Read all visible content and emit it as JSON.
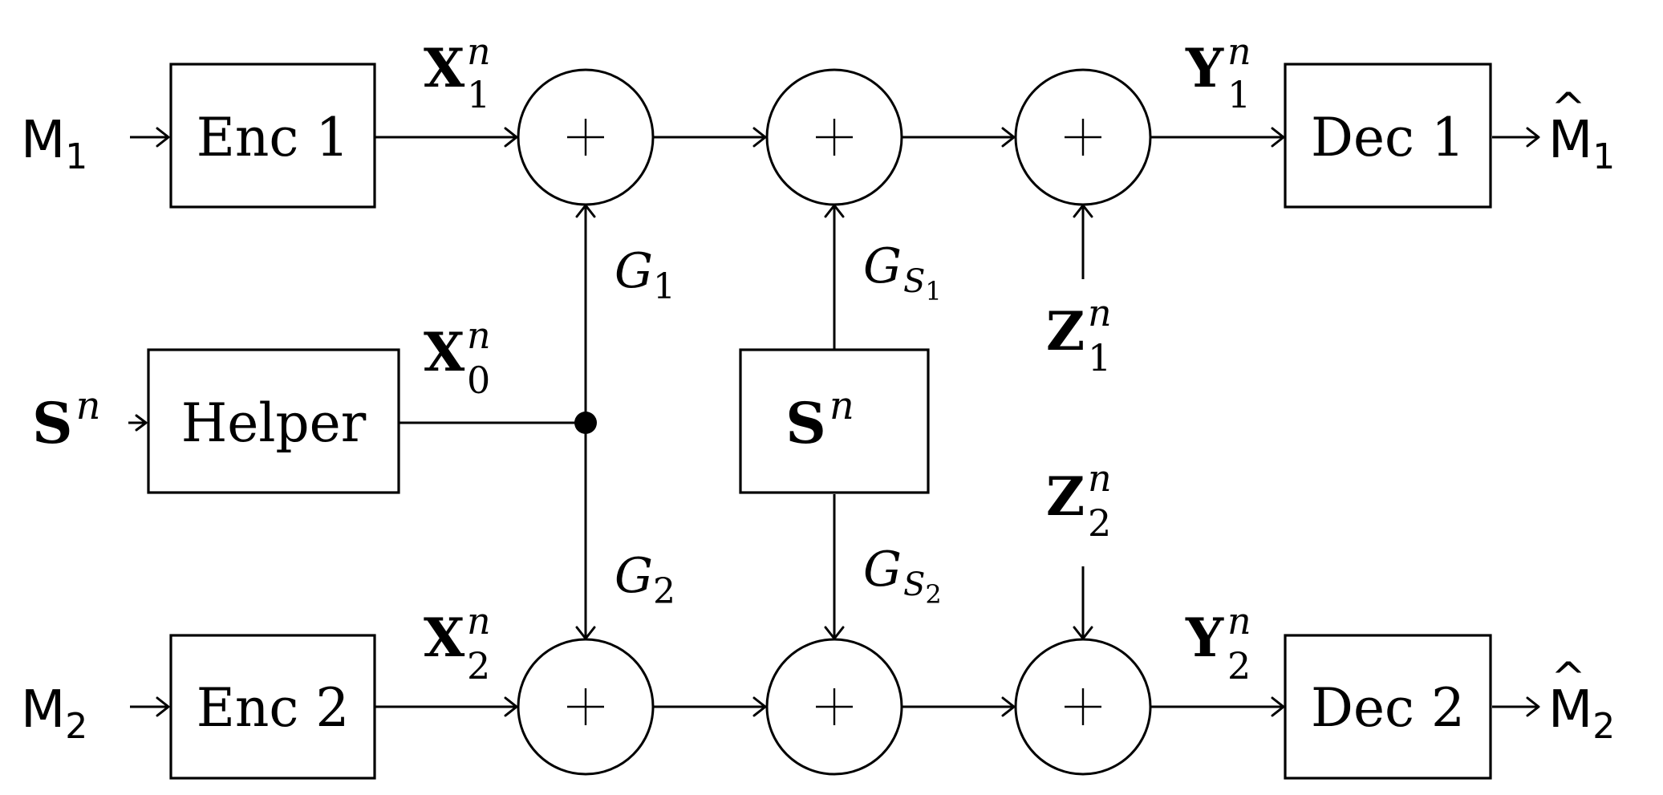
{
  "blocks": {
    "enc1": "Enc 1",
    "enc2": "Enc 2",
    "helper": "Helper",
    "dec1": "Dec 1",
    "dec2": "Dec 2",
    "state": {
      "base": "S",
      "sup": "n"
    }
  },
  "adders": {
    "symbol": "+"
  },
  "signals": {
    "m1": {
      "base": "M",
      "sub": "1"
    },
    "m2": {
      "base": "M",
      "sub": "2"
    },
    "m1hat": {
      "base": "M",
      "hat": "^",
      "sub": "1"
    },
    "m2hat": {
      "base": "M",
      "hat": "^",
      "sub": "2"
    },
    "s_in": {
      "base": "S",
      "sup": "n"
    },
    "x1": {
      "base": "X",
      "sup": "n",
      "sub": "1"
    },
    "x0": {
      "base": "X",
      "sup": "n",
      "sub": "0"
    },
    "x2": {
      "base": "X",
      "sup": "n",
      "sub": "2"
    },
    "y1": {
      "base": "Y",
      "sup": "n",
      "sub": "1"
    },
    "y2": {
      "base": "Y",
      "sup": "n",
      "sub": "2"
    },
    "z1": {
      "base": "Z",
      "sup": "n",
      "sub": "1"
    },
    "z2": {
      "base": "Z",
      "sup": "n",
      "sub": "2"
    }
  },
  "gains": {
    "g1": {
      "base": "G",
      "sub": "1"
    },
    "g2": {
      "base": "G",
      "sub": "2"
    },
    "gs1": {
      "base": "G",
      "sub": "S",
      "subsub": "1"
    },
    "gs2": {
      "base": "G",
      "sub": "S",
      "subsub": "2"
    }
  }
}
